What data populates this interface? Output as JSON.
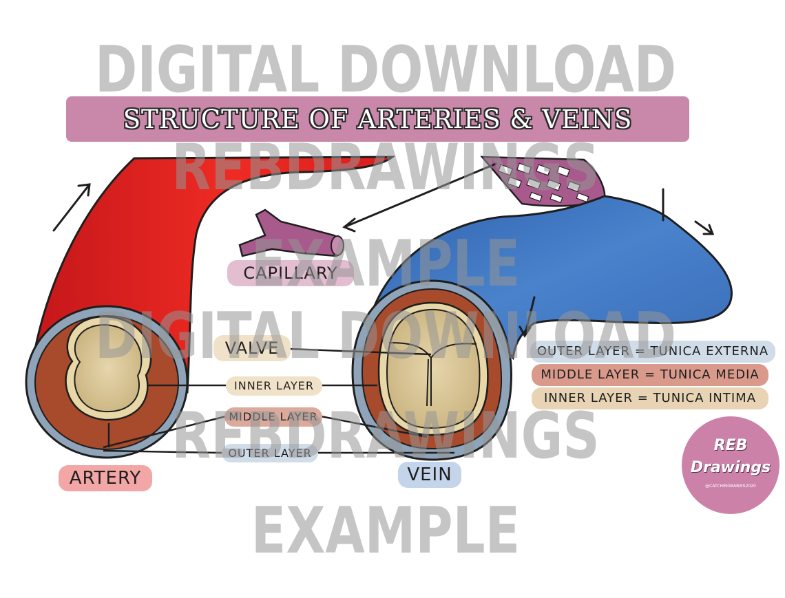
{
  "title": "STRUCTURE OF ARTERIES & VEINS",
  "watermarks": [
    "DIGITAL DOWNLOAD",
    "REBDRAWINGS",
    "EXAMPLE",
    "DIGITAL DOWNLOAD",
    "REBDRAWINGS",
    "EXAMPLE"
  ],
  "labels": {
    "capillary": "CAPILLARY",
    "valve": "VALVE",
    "inner_layer": "INNER LAYER",
    "middle_layer": "MIDDLE LAYER",
    "outer_layer": "OUTER LAYER",
    "artery": "ARTERY",
    "vein": "VEIN"
  },
  "legend": [
    {
      "text": "OUTER LAYER = TUNICA EXTERNA",
      "color": "#c9d6e2"
    },
    {
      "text": "MIDDLE LAYER = TUNICA MEDIA",
      "color": "#d99a8c"
    },
    {
      "text": "INNER LAYER = TUNICA INTIMA",
      "color": "#e8d4b4"
    }
  ],
  "logo": {
    "line1": "REB",
    "line2": "Drawings",
    "handle": "@CATCHINGBABIES2020"
  },
  "colors": {
    "artery_red": "#ee2b23",
    "vein_blue": "#3f74c0",
    "capillary_purple": "#a85a8c",
    "outer_layer": "#8fa4b8",
    "middle_layer": "#a84a2c",
    "inner_layer": "#d8c596",
    "title_band": "#c988aa"
  }
}
